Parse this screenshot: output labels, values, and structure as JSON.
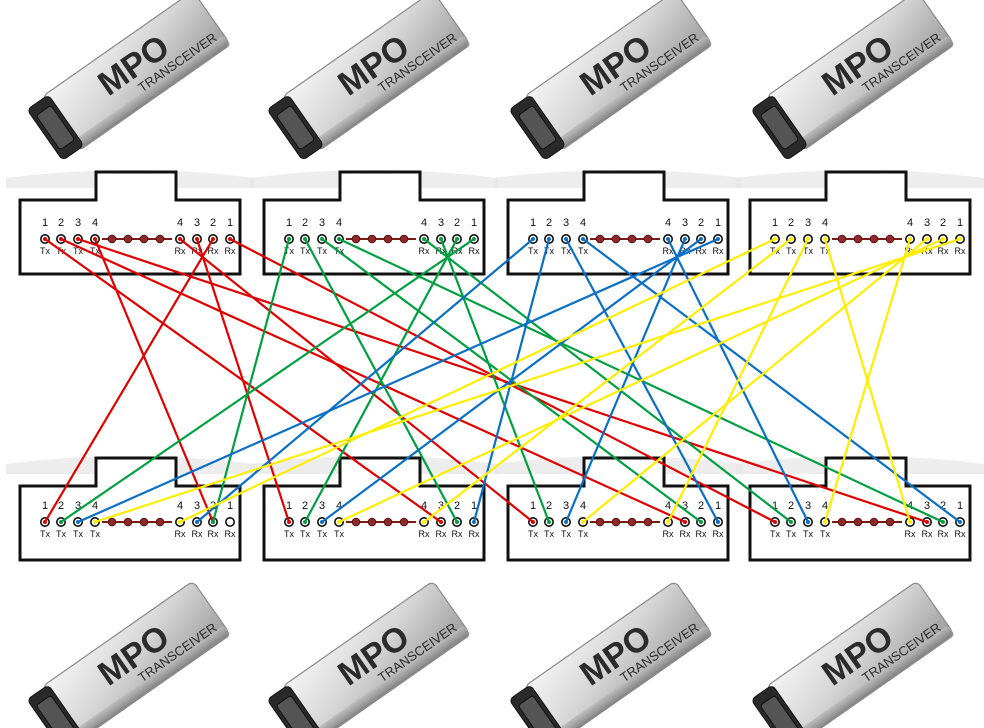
{
  "transceiver": {
    "label_main": "MPO",
    "label_sub": "TRANSCEIVER"
  },
  "connector_labels": {
    "tx_numbers": [
      "1",
      "2",
      "3",
      "4"
    ],
    "rx_numbers": [
      "4",
      "3",
      "2",
      "1"
    ],
    "tx_label": "Tx",
    "rx_label": "Rx"
  },
  "top_connectors": [
    {
      "id": "A",
      "color": "#e00000"
    },
    {
      "id": "B",
      "color": "#00a040"
    },
    {
      "id": "C",
      "color": "#0a6fc7"
    },
    {
      "id": "D",
      "color": "#ffee00"
    }
  ],
  "bottom_connectors": [
    {
      "id": "E"
    },
    {
      "id": "F"
    },
    {
      "id": "G"
    },
    {
      "id": "H"
    }
  ],
  "connections": [
    {
      "from_conn": "top-0",
      "from_port": "tx1",
      "to_conn": "bottom-1",
      "to_port": "rx3",
      "color": "#e00000"
    },
    {
      "from_conn": "top-0",
      "from_port": "tx2",
      "to_conn": "bottom-2",
      "to_port": "rx3",
      "color": "#e00000"
    },
    {
      "from_conn": "top-0",
      "from_port": "tx3",
      "to_conn": "bottom-3",
      "to_port": "rx3",
      "color": "#e00000"
    },
    {
      "from_conn": "top-0",
      "from_port": "tx4",
      "to_conn": "bottom-0",
      "to_port": "rx2",
      "color": "#e00000"
    },
    {
      "from_conn": "top-0",
      "from_port": "rx4",
      "to_conn": "bottom-2",
      "to_port": "tx1",
      "color": "#e00000"
    },
    {
      "from_conn": "top-0",
      "from_port": "rx3",
      "to_conn": "bottom-1",
      "to_port": "tx1",
      "color": "#e00000"
    },
    {
      "from_conn": "top-0",
      "from_port": "rx2",
      "to_conn": "bottom-0",
      "to_port": "tx1",
      "color": "#e00000"
    },
    {
      "from_conn": "top-0",
      "from_port": "rx1",
      "to_conn": "bottom-3",
      "to_port": "tx1",
      "color": "#e00000"
    },
    {
      "from_conn": "top-1",
      "from_port": "tx1",
      "to_conn": "bottom-0",
      "to_port": "rx2",
      "color": "#00a040"
    },
    {
      "from_conn": "top-1",
      "from_port": "tx2",
      "to_conn": "bottom-1",
      "to_port": "rx2",
      "color": "#00a040"
    },
    {
      "from_conn": "top-1",
      "from_port": "tx3",
      "to_conn": "bottom-2",
      "to_port": "rx2",
      "color": "#00a040"
    },
    {
      "from_conn": "top-1",
      "from_port": "tx4",
      "to_conn": "bottom-3",
      "to_port": "rx2",
      "color": "#00a040"
    },
    {
      "from_conn": "top-1",
      "from_port": "rx4",
      "to_conn": "bottom-3",
      "to_port": "tx2",
      "color": "#00a040"
    },
    {
      "from_conn": "top-1",
      "from_port": "rx3",
      "to_conn": "bottom-2",
      "to_port": "tx2",
      "color": "#00a040"
    },
    {
      "from_conn": "top-1",
      "from_port": "rx2",
      "to_conn": "bottom-1",
      "to_port": "tx2",
      "color": "#00a040"
    },
    {
      "from_conn": "top-1",
      "from_port": "rx1",
      "to_conn": "bottom-0",
      "to_port": "tx2",
      "color": "#00a040"
    },
    {
      "from_conn": "top-2",
      "from_port": "tx1",
      "to_conn": "bottom-0",
      "to_port": "rx3",
      "color": "#0a6fc7"
    },
    {
      "from_conn": "top-2",
      "from_port": "tx2",
      "to_conn": "bottom-1",
      "to_port": "rx1",
      "color": "#0a6fc7"
    },
    {
      "from_conn": "top-2",
      "from_port": "tx3",
      "to_conn": "bottom-2",
      "to_port": "rx1",
      "color": "#0a6fc7"
    },
    {
      "from_conn": "top-2",
      "from_port": "tx4",
      "to_conn": "bottom-3",
      "to_port": "rx1",
      "color": "#0a6fc7"
    },
    {
      "from_conn": "top-2",
      "from_port": "rx4",
      "to_conn": "bottom-3",
      "to_port": "tx3",
      "color": "#0a6fc7"
    },
    {
      "from_conn": "top-2",
      "from_port": "rx3",
      "to_conn": "bottom-2",
      "to_port": "tx3",
      "color": "#0a6fc7"
    },
    {
      "from_conn": "top-2",
      "from_port": "rx2",
      "to_conn": "bottom-1",
      "to_port": "tx3",
      "color": "#0a6fc7"
    },
    {
      "from_conn": "top-2",
      "from_port": "rx1",
      "to_conn": "bottom-0",
      "to_port": "tx3",
      "color": "#0a6fc7"
    },
    {
      "from_conn": "top-3",
      "from_port": "tx1",
      "to_conn": "bottom-0",
      "to_port": "rx4",
      "color": "#ffee00"
    },
    {
      "from_conn": "top-3",
      "from_port": "tx2",
      "to_conn": "bottom-1",
      "to_port": "rx4",
      "color": "#ffee00"
    },
    {
      "from_conn": "top-3",
      "from_port": "tx3",
      "to_conn": "bottom-2",
      "to_port": "rx4",
      "color": "#ffee00"
    },
    {
      "from_conn": "top-3",
      "from_port": "tx4",
      "to_conn": "bottom-3",
      "to_port": "rx4",
      "color": "#ffee00"
    },
    {
      "from_conn": "top-3",
      "from_port": "rx4",
      "to_conn": "bottom-3",
      "to_port": "tx4",
      "color": "#ffee00"
    },
    {
      "from_conn": "top-3",
      "from_port": "rx3",
      "to_conn": "bottom-2",
      "to_port": "tx4",
      "color": "#ffee00"
    },
    {
      "from_conn": "top-3",
      "from_port": "rx2",
      "to_conn": "bottom-1",
      "to_port": "tx4",
      "color": "#ffee00"
    },
    {
      "from_conn": "top-3",
      "from_port": "rx1",
      "to_conn": "bottom-0",
      "to_port": "tx4",
      "color": "#ffee00"
    }
  ]
}
